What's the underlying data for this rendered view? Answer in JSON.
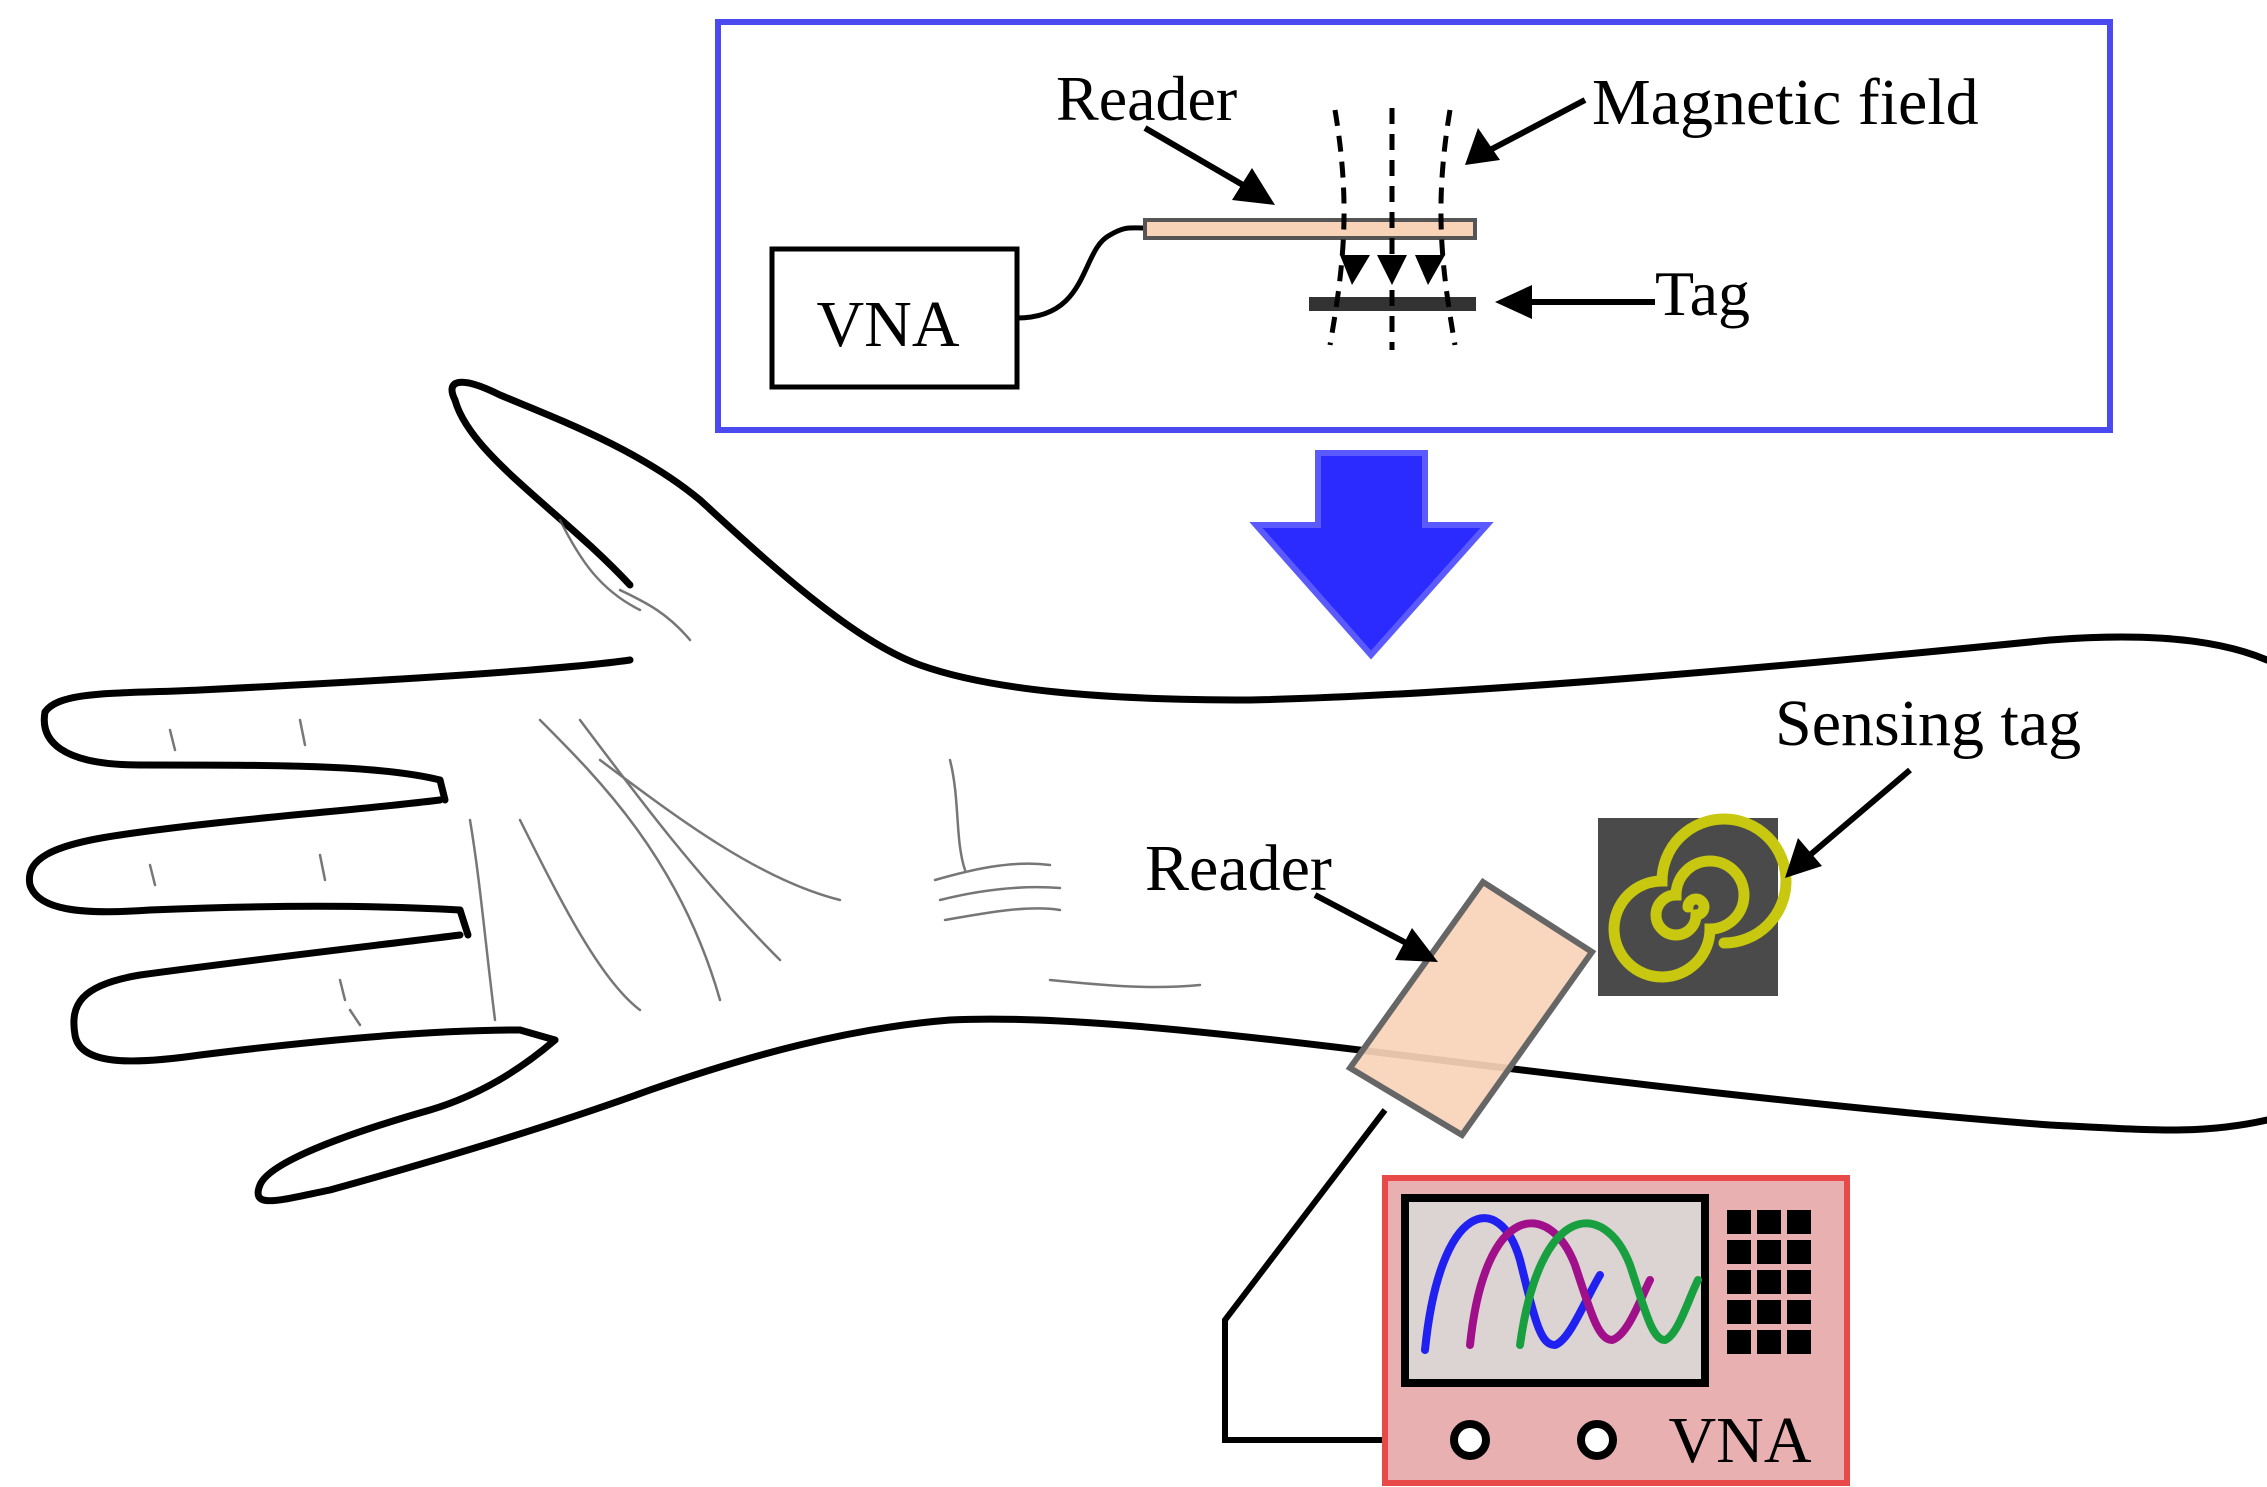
{
  "inset": {
    "reader_label": "Reader",
    "magnetic_field_label": "Magnetic field",
    "tag_label": "Tag",
    "vna_label": "VNA",
    "border_color": "#4a4af0"
  },
  "arrow": {
    "color": "#2b2bff",
    "icon": "down-arrow-icon"
  },
  "main": {
    "reader_label": "Reader",
    "sensing_tag_label": "Sensing tag",
    "vna_label": "VNA",
    "reader_color": "#f9d3b8",
    "tag_color": "#4a4a4a",
    "coil_color": "#c8c810",
    "vna_border_color": "#e84a4a",
    "vna_fill_color": "#e8b0b0",
    "trace_colors": [
      "#2020f0",
      "#a0108a",
      "#18a040"
    ]
  }
}
